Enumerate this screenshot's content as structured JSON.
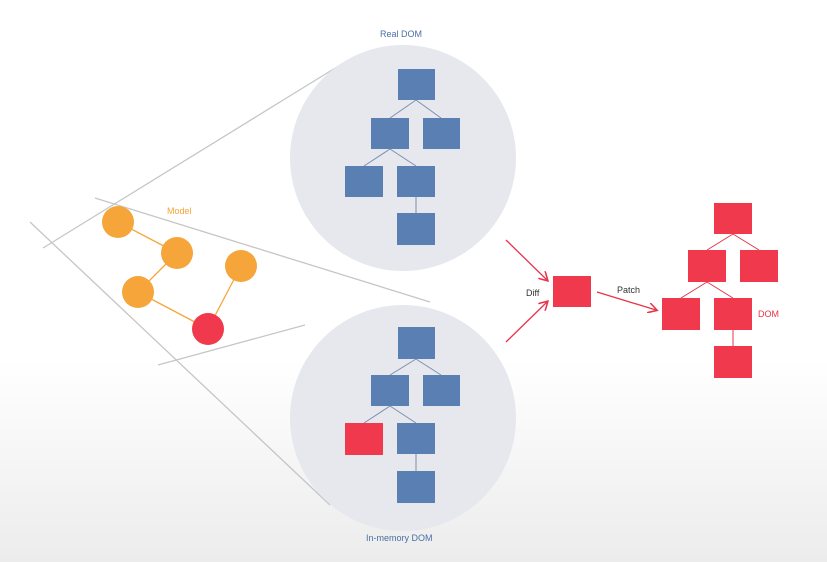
{
  "labels": {
    "real_dom": "Real DOM",
    "in_memory_dom": "In-memory DOM",
    "model": "Model",
    "diff": "Diff",
    "patch": "Patch",
    "dom": "DOM"
  },
  "colors": {
    "blue_node": "#5a7fb3",
    "red_node": "#f0394d",
    "orange_node": "#f6a53a",
    "circle_fill": "#e6e8ee",
    "lines": "#c4c4c4",
    "arrow": "#e8344a"
  },
  "trees": {
    "real_dom": {
      "highlighted_node": null,
      "node_count": 6
    },
    "in_memory_dom": {
      "highlighted_node": "left-child-of-left",
      "node_count": 6
    },
    "dom": {
      "node_count": 6
    }
  },
  "model_nodes": [
    {
      "id": "m1",
      "state": "normal"
    },
    {
      "id": "m2",
      "state": "normal"
    },
    {
      "id": "m3",
      "state": "normal"
    },
    {
      "id": "m4",
      "state": "normal"
    },
    {
      "id": "m5",
      "state": "changed"
    }
  ]
}
